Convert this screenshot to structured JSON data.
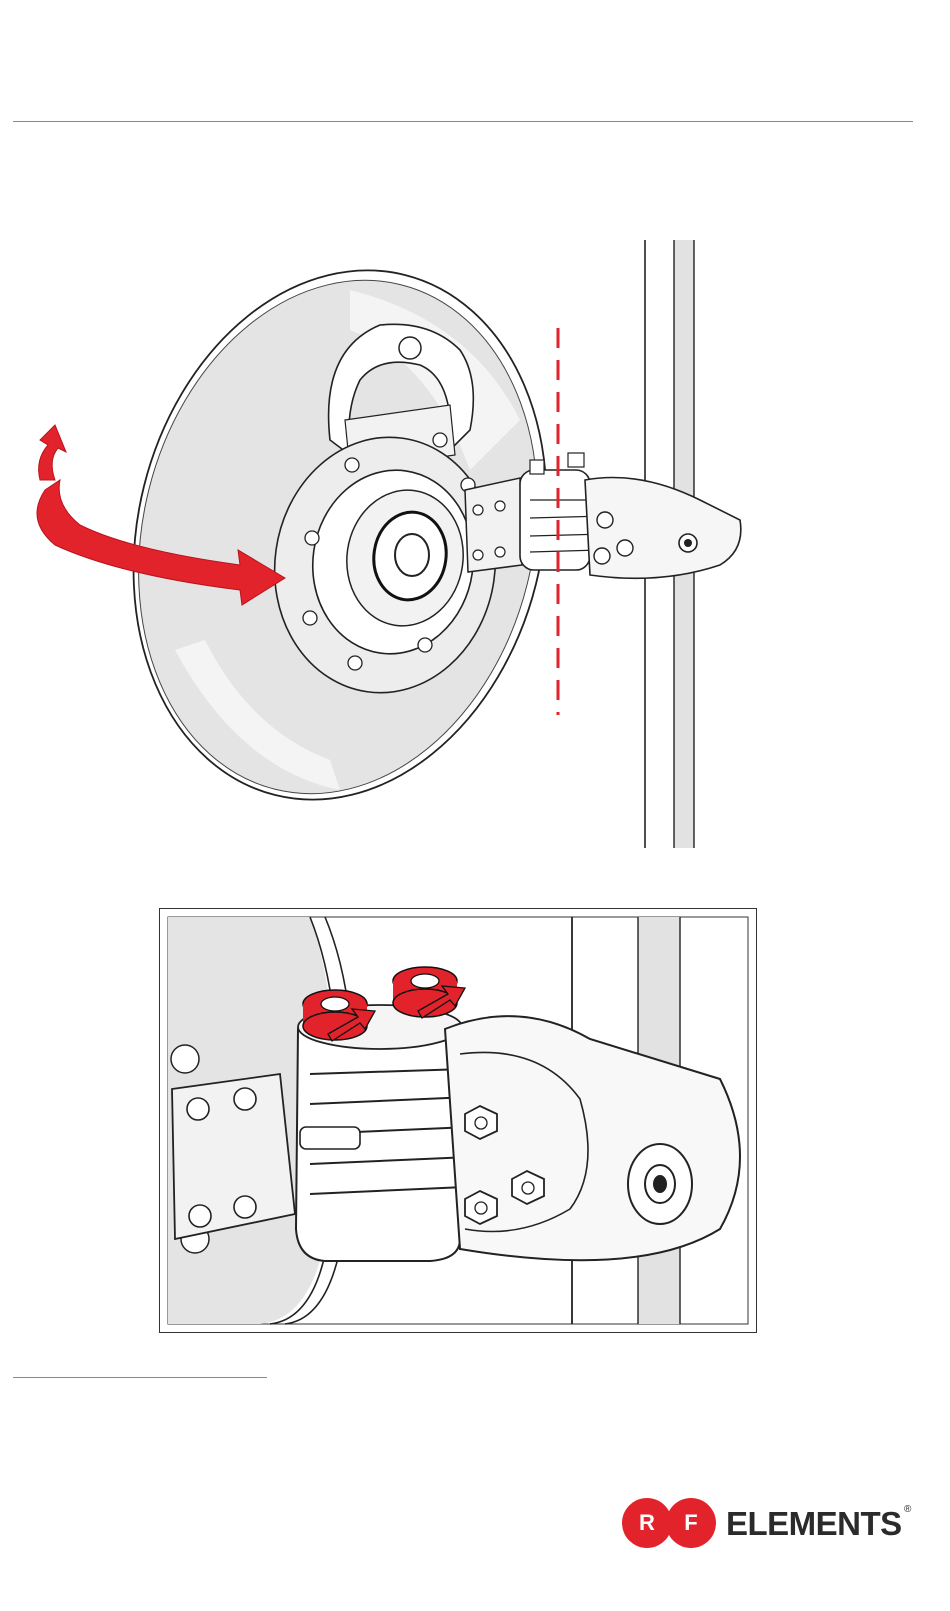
{
  "brand": {
    "logo_letters": [
      "R",
      "F"
    ],
    "wordmark": "ELEMENTS",
    "registered_mark": "®",
    "accent_color": "#e3232c",
    "text_color": "#2b2b2b"
  },
  "figures": {
    "main_illustration": {
      "icon": "dish-antenna-mount-icon",
      "arrow_color": "#e3232c"
    },
    "detail_illustration": {
      "icon": "hinge-bolts-detail-icon",
      "arrow_color": "#e3232c"
    }
  }
}
